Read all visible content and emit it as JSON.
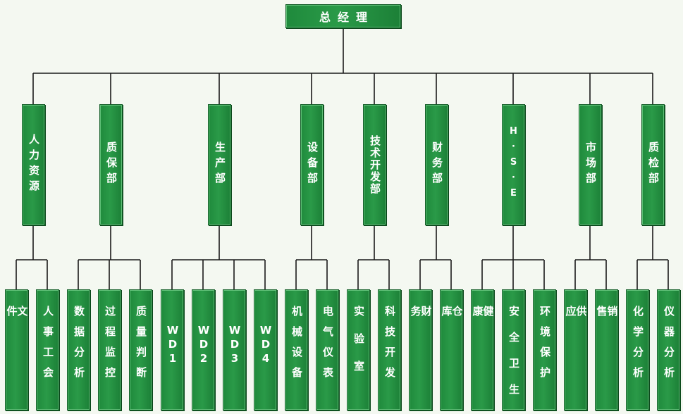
{
  "root": {
    "label": "总经理"
  },
  "departments": [
    {
      "label": "人力资源",
      "children": [
        "文件",
        "人事工会"
      ]
    },
    {
      "label": "质保部",
      "children": [
        "数据分析",
        "过程监控",
        "质量判断"
      ]
    },
    {
      "label": "生产部",
      "children": [
        "WD1",
        "WD2",
        "WD3",
        "WD4"
      ]
    },
    {
      "label": "设备部",
      "children": [
        "机械设备",
        "电气仪表"
      ]
    },
    {
      "label": "技术开发部",
      "children": [
        "实验室",
        "科技开发"
      ]
    },
    {
      "label": "财务部",
      "children": [
        "财务",
        "仓库"
      ]
    },
    {
      "label": "H·S·E",
      "children": [
        "健康",
        "安全卫生",
        "环境保护"
      ]
    },
    {
      "label": "市场部",
      "children": [
        "供应",
        "销售"
      ]
    },
    {
      "label": "质检部",
      "children": [
        "化学分析",
        "仪器分析"
      ]
    }
  ],
  "colors": {
    "box": "#1f8a3c",
    "line": "#1a1a1a",
    "background": "#f4f8f1"
  }
}
